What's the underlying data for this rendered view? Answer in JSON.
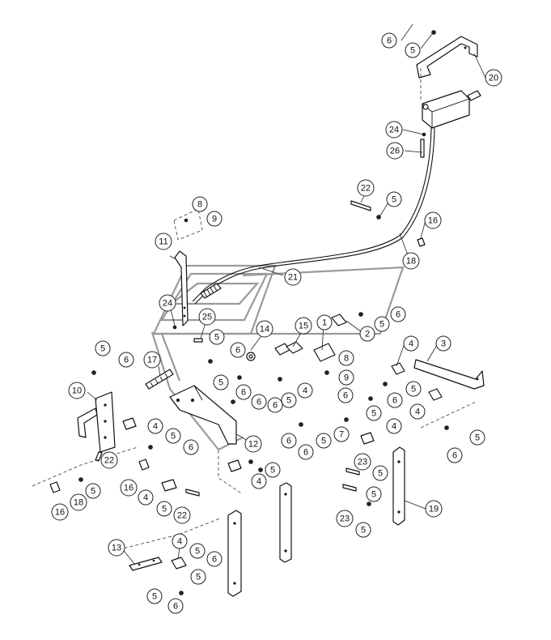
{
  "callouts": [
    {
      "id": "c-6-top",
      "label": "6"
    },
    {
      "id": "c-5-top",
      "label": "5"
    },
    {
      "id": "c-20",
      "label": "20"
    },
    {
      "id": "c-24-upper",
      "label": "24"
    },
    {
      "id": "c-26",
      "label": "26"
    },
    {
      "id": "c-22-upper",
      "label": "22"
    },
    {
      "id": "c-5-cable",
      "label": "5"
    },
    {
      "id": "c-16-right",
      "label": "16"
    },
    {
      "id": "c-8-upper",
      "label": "8"
    },
    {
      "id": "c-9-upper",
      "label": "9"
    },
    {
      "id": "c-11",
      "label": "11"
    },
    {
      "id": "c-18-upper",
      "label": "18"
    },
    {
      "id": "c-21",
      "label": "21"
    },
    {
      "id": "c-24-lower",
      "label": "24"
    },
    {
      "id": "c-25",
      "label": "25"
    },
    {
      "id": "c-6-mid-a",
      "label": "6"
    },
    {
      "id": "c-1",
      "label": "1"
    },
    {
      "id": "c-5-mid-a",
      "label": "5"
    },
    {
      "id": "c-2",
      "label": "2"
    },
    {
      "id": "c-14",
      "label": "14"
    },
    {
      "id": "c-15",
      "label": "15"
    },
    {
      "id": "c-5-mid-b",
      "label": "5"
    },
    {
      "id": "c-6-mid-b",
      "label": "6"
    },
    {
      "id": "c-8-mid",
      "label": "8"
    },
    {
      "id": "c-3",
      "label": "3"
    },
    {
      "id": "c-4-right-a",
      "label": "4"
    },
    {
      "id": "c-5-left-a",
      "label": "5"
    },
    {
      "id": "c-6-left-a",
      "label": "6"
    },
    {
      "id": "c-17",
      "label": "17"
    },
    {
      "id": "c-9-mid",
      "label": "9"
    },
    {
      "id": "c-5-mid-c",
      "label": "5"
    },
    {
      "id": "c-6-mid-c",
      "label": "6"
    },
    {
      "id": "c-5-right-b",
      "label": "5"
    },
    {
      "id": "c-5-mid-d",
      "label": "5"
    },
    {
      "id": "c-6-mid-d",
      "label": "6"
    },
    {
      "id": "c-4-mid",
      "label": "4"
    },
    {
      "id": "c-6-mid-e",
      "label": "6"
    },
    {
      "id": "c-6-right-b",
      "label": "6"
    },
    {
      "id": "c-10",
      "label": "10"
    },
    {
      "id": "c-6-mid-f",
      "label": "6"
    },
    {
      "id": "c-4-right-b",
      "label": "4"
    },
    {
      "id": "c-5-mid-e",
      "label": "5"
    },
    {
      "id": "c-5-mid-f",
      "label": "5"
    },
    {
      "id": "c-4-left-b",
      "label": "4"
    },
    {
      "id": "c-7",
      "label": "7"
    },
    {
      "id": "c-4-right-c",
      "label": "4"
    },
    {
      "id": "c-5-left-b",
      "label": "5"
    },
    {
      "id": "c-12",
      "label": "12"
    },
    {
      "id": "c-6-mid-g",
      "label": "6"
    },
    {
      "id": "c-6-left-b",
      "label": "6"
    },
    {
      "id": "c-6-mid-h",
      "label": "6"
    },
    {
      "id": "c-5-right-c",
      "label": "5"
    },
    {
      "id": "c-22-left",
      "label": "22"
    },
    {
      "id": "c-5-mid-g",
      "label": "5"
    },
    {
      "id": "c-6-right-c",
      "label": "6"
    },
    {
      "id": "c-16-left-a",
      "label": "16"
    },
    {
      "id": "c-4-left-c",
      "label": "4"
    },
    {
      "id": "c-4-mid-b",
      "label": "4"
    },
    {
      "id": "c-23-a",
      "label": "23"
    },
    {
      "id": "c-5-right-d",
      "label": "5"
    },
    {
      "id": "c-5-left-c",
      "label": "5"
    },
    {
      "id": "c-5-left-d",
      "label": "5"
    },
    {
      "id": "c-22-left-b",
      "label": "22"
    },
    {
      "id": "c-16-left-b",
      "label": "16"
    },
    {
      "id": "c-18-lower",
      "label": "18"
    },
    {
      "id": "c-5-right-e",
      "label": "5"
    },
    {
      "id": "c-19",
      "label": "19"
    },
    {
      "id": "c-23-b",
      "label": "23"
    },
    {
      "id": "c-5-right-f",
      "label": "5"
    },
    {
      "id": "c-13",
      "label": "13"
    },
    {
      "id": "c-4-bottom",
      "label": "4"
    },
    {
      "id": "c-5-bottom-a",
      "label": "5"
    },
    {
      "id": "c-6-bottom-a",
      "label": "6"
    },
    {
      "id": "c-5-bottom-b",
      "label": "5"
    },
    {
      "id": "c-5-bottom-c",
      "label": "5"
    },
    {
      "id": "c-6-bottom-b",
      "label": "6"
    }
  ]
}
